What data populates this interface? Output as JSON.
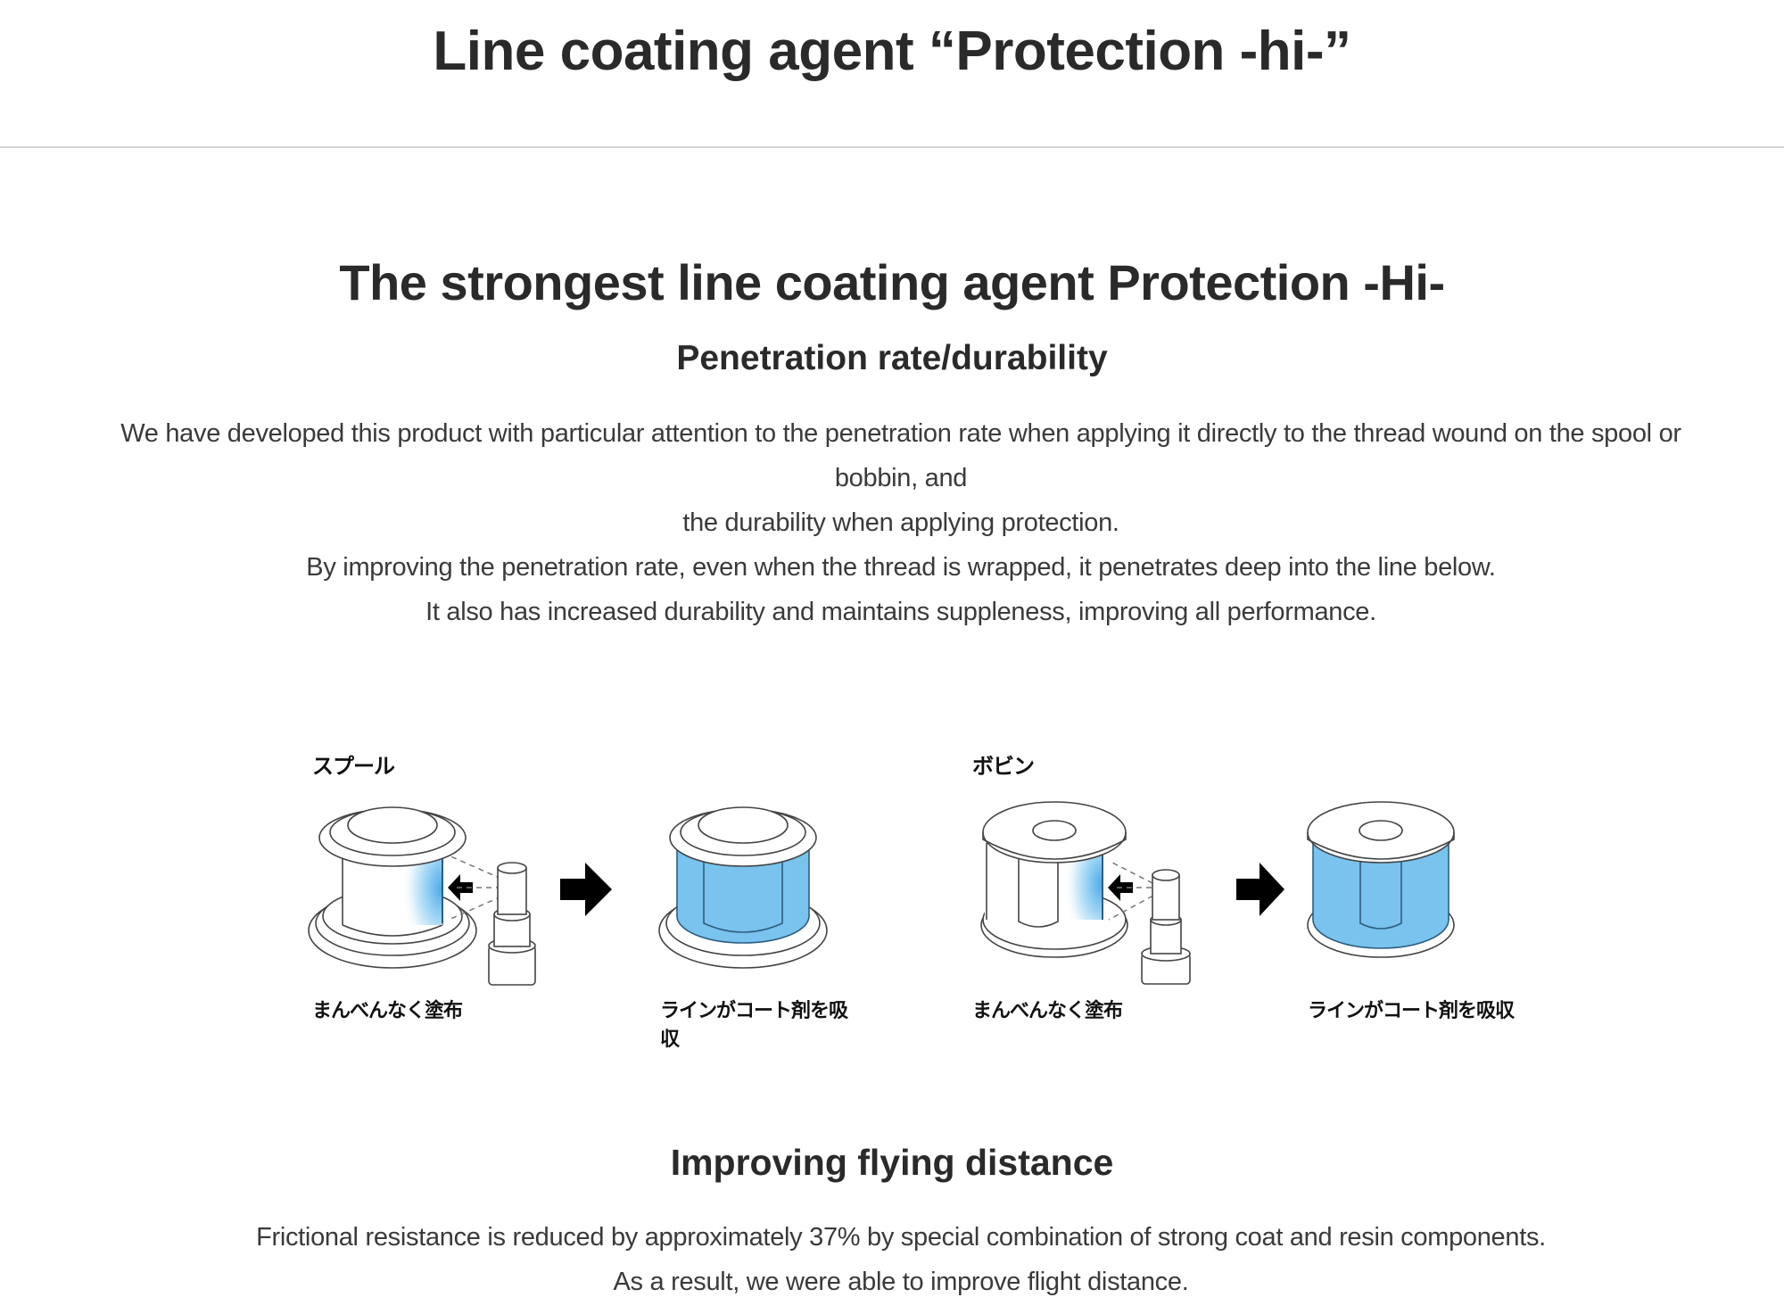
{
  "header": {
    "title": "Line coating agent “Protection -hi-”"
  },
  "section_main": {
    "title": "The strongest line coating agent Protection  -Hi-",
    "subtitle": "Penetration rate/durability",
    "paragraph_lines": [
      "We have developed this product with particular attention to the penetration rate when applying it directly to the thread wound on the spool or",
      "bobbin, and",
      "the durability when applying protection.",
      "By improving the penetration rate, even when the thread is wrapped, it penetrates deep into the line below.",
      "It also has increased durability and maintains suppleness, improving all performance."
    ]
  },
  "diagrams": [
    {
      "heading": "スプール",
      "step1_caption": "まんべんなく塗布",
      "step2_caption": "ラインがコート剤を吸収"
    },
    {
      "heading": "ボビン",
      "step1_caption": "まんべんなく塗布",
      "step2_caption": "ラインがコート剤を吸収"
    }
  ],
  "diagram_colors": {
    "absorbed_blue": "#79c3ee",
    "spray_blue": "#4aa8e6"
  },
  "section_flying": {
    "title": "Improving flying distance",
    "paragraph_lines": [
      "Frictional resistance is reduced by approximately 37% by special combination of strong coat and resin components.",
      "As a result, we were able to improve flight distance."
    ]
  }
}
